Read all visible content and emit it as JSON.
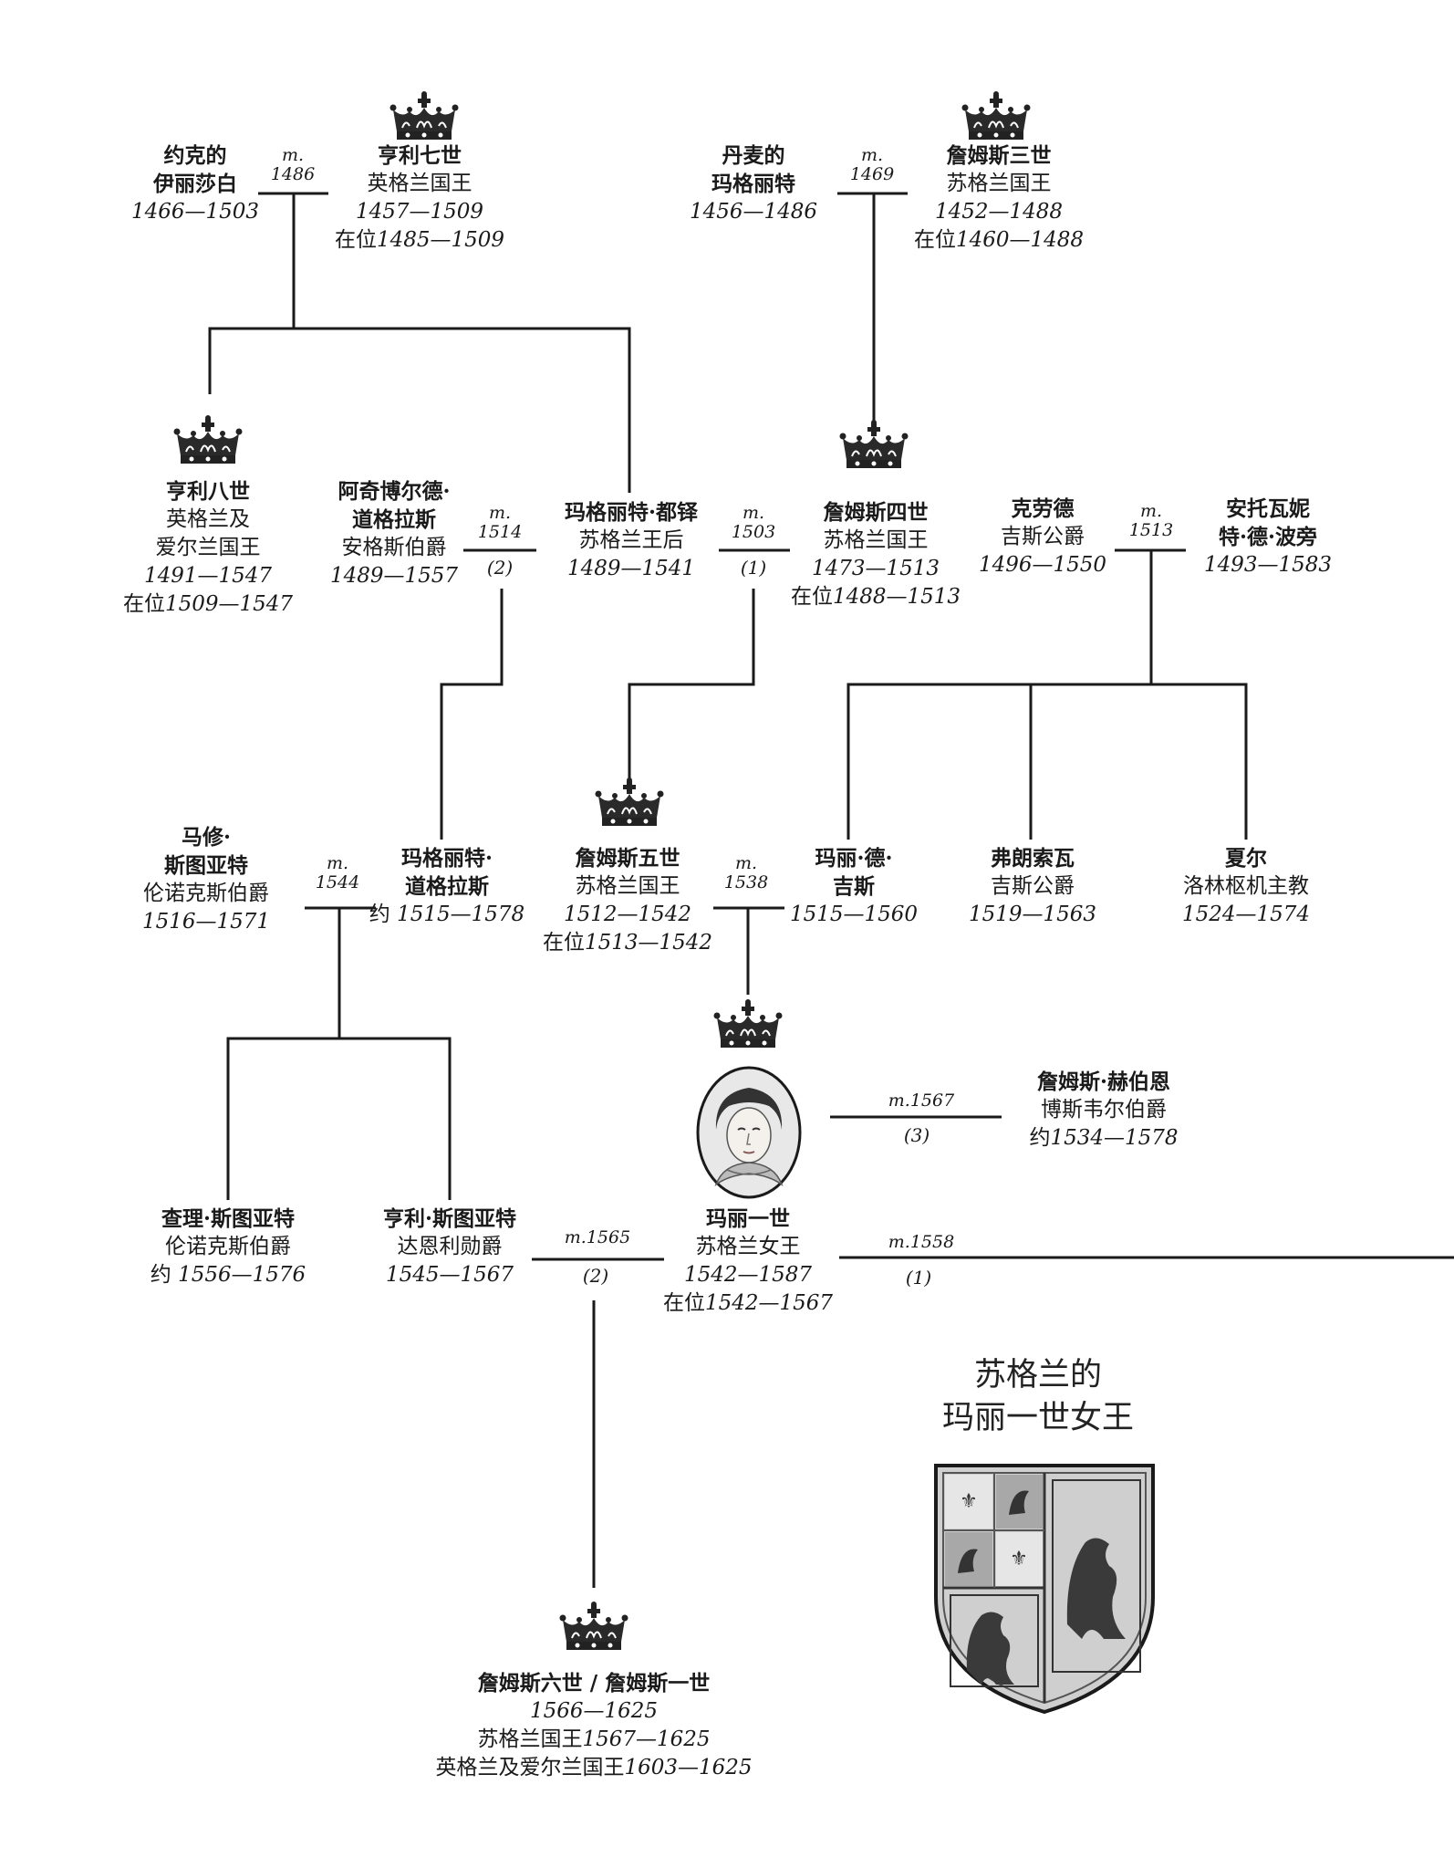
{
  "title": {
    "line1": "苏格兰的",
    "line2": "玛丽一世女王"
  },
  "people": {
    "elizabeth_york": {
      "name_l1": "约克的",
      "name_l2": "伊丽莎白",
      "dates": "1466—1503"
    },
    "henry7": {
      "name": "亨利七世",
      "title": "英格兰国王",
      "dates": "1457—1509",
      "reign_prefix": "在位",
      "reign": "1485—1509"
    },
    "margaret_denmark": {
      "name_l1": "丹麦的",
      "name_l2": "玛格丽特",
      "dates": "1456—1486"
    },
    "james3": {
      "name": "詹姆斯三世",
      "title": "苏格兰国王",
      "dates": "1452—1488",
      "reign_prefix": "在位",
      "reign": "1460—1488"
    },
    "henry8": {
      "name": "亨利八世",
      "title_l1": "英格兰及",
      "title_l2": "爱尔兰国王",
      "dates": "1491—1547",
      "reign_prefix": "在位",
      "reign": "1509—1547"
    },
    "archibald": {
      "name_l1": "阿奇博尔德·",
      "name_l2": "道格拉斯",
      "title": "安格斯伯爵",
      "dates": "1489—1557"
    },
    "margaret_tudor": {
      "name": "玛格丽特·都铎",
      "title": "苏格兰王后",
      "dates": "1489—1541"
    },
    "james4": {
      "name": "詹姆斯四世",
      "title": "苏格兰国王",
      "dates": "1473—1513",
      "reign_prefix": "在位",
      "reign": "1488—1513"
    },
    "claude": {
      "name": "克劳德",
      "title": "吉斯公爵",
      "dates": "1496—1550"
    },
    "antoinette": {
      "name_l1": "安托瓦妮",
      "name_l2": "特·德·波旁",
      "dates": "1493—1583"
    },
    "matthew": {
      "name_l1": "马修·",
      "name_l2": "斯图亚特",
      "title": "伦诺克斯伯爵",
      "dates": "1516—1571"
    },
    "margaret_douglas": {
      "name_l1": "玛格丽特·",
      "name_l2": "道格拉斯",
      "dates_prefix": "约",
      "dates": "1515—1578"
    },
    "james5": {
      "name": "詹姆斯五世",
      "title": "苏格兰国王",
      "dates": "1512—1542",
      "reign_prefix": "在位",
      "reign": "1513—1542"
    },
    "mary_guise": {
      "name_l1": "玛丽·德·",
      "name_l2": "吉斯",
      "dates": "1515—1560"
    },
    "francois": {
      "name": "弗朗索瓦",
      "title": "吉斯公爵",
      "dates": "1519—1563"
    },
    "charles": {
      "name": "夏尔",
      "title": "洛林枢机主教",
      "dates": "1524—1574"
    },
    "bothwell": {
      "name": "詹姆斯·赫伯恩",
      "title": "博斯韦尔伯爵",
      "dates_prefix": "约",
      "dates": "1534—1578"
    },
    "charles_stuart": {
      "name": "查理·斯图亚特",
      "title": "伦诺克斯伯爵",
      "dates_prefix": "约",
      "dates": "1556—1576"
    },
    "darnley": {
      "name": "亨利·斯图亚特",
      "title": "达恩利勋爵",
      "dates": "1545—1567"
    },
    "mary1": {
      "name": "玛丽一世",
      "title": "苏格兰女王",
      "dates": "1542—1587",
      "reign_prefix": "在位",
      "reign": "1542—1567"
    },
    "james6": {
      "name": "詹姆斯六世 / 詹姆斯一世",
      "dates": "1566—1625",
      "reign1_prefix": "苏格兰国王",
      "reign1": "1567—1625",
      "reign2_prefix": "英格兰及爱尔兰国王",
      "reign2": "1603—1625"
    }
  },
  "marriages": {
    "m1486": {
      "m": "m.",
      "year": "1486"
    },
    "m1469": {
      "m": "m.",
      "year": "1469"
    },
    "m1514": {
      "m": "m.",
      "year": "1514",
      "order": "(2)"
    },
    "m1503": {
      "m": "m.",
      "year": "1503",
      "order": "(1)"
    },
    "m1513": {
      "m": "m.",
      "year": "1513"
    },
    "m1544": {
      "m": "m.",
      "year": "1544"
    },
    "m1538": {
      "m": "m.",
      "year": "1538"
    },
    "m1567": {
      "label": "m.1567",
      "order": "(3)"
    },
    "m1565": {
      "label": "m.1565",
      "order": "(2)"
    },
    "m1558": {
      "label": "m.1558",
      "order": "(1)"
    }
  },
  "icons": {
    "crown": "crown-icon",
    "portrait": "portrait-mary-icon",
    "shield": "coat-of-arms-icon"
  }
}
